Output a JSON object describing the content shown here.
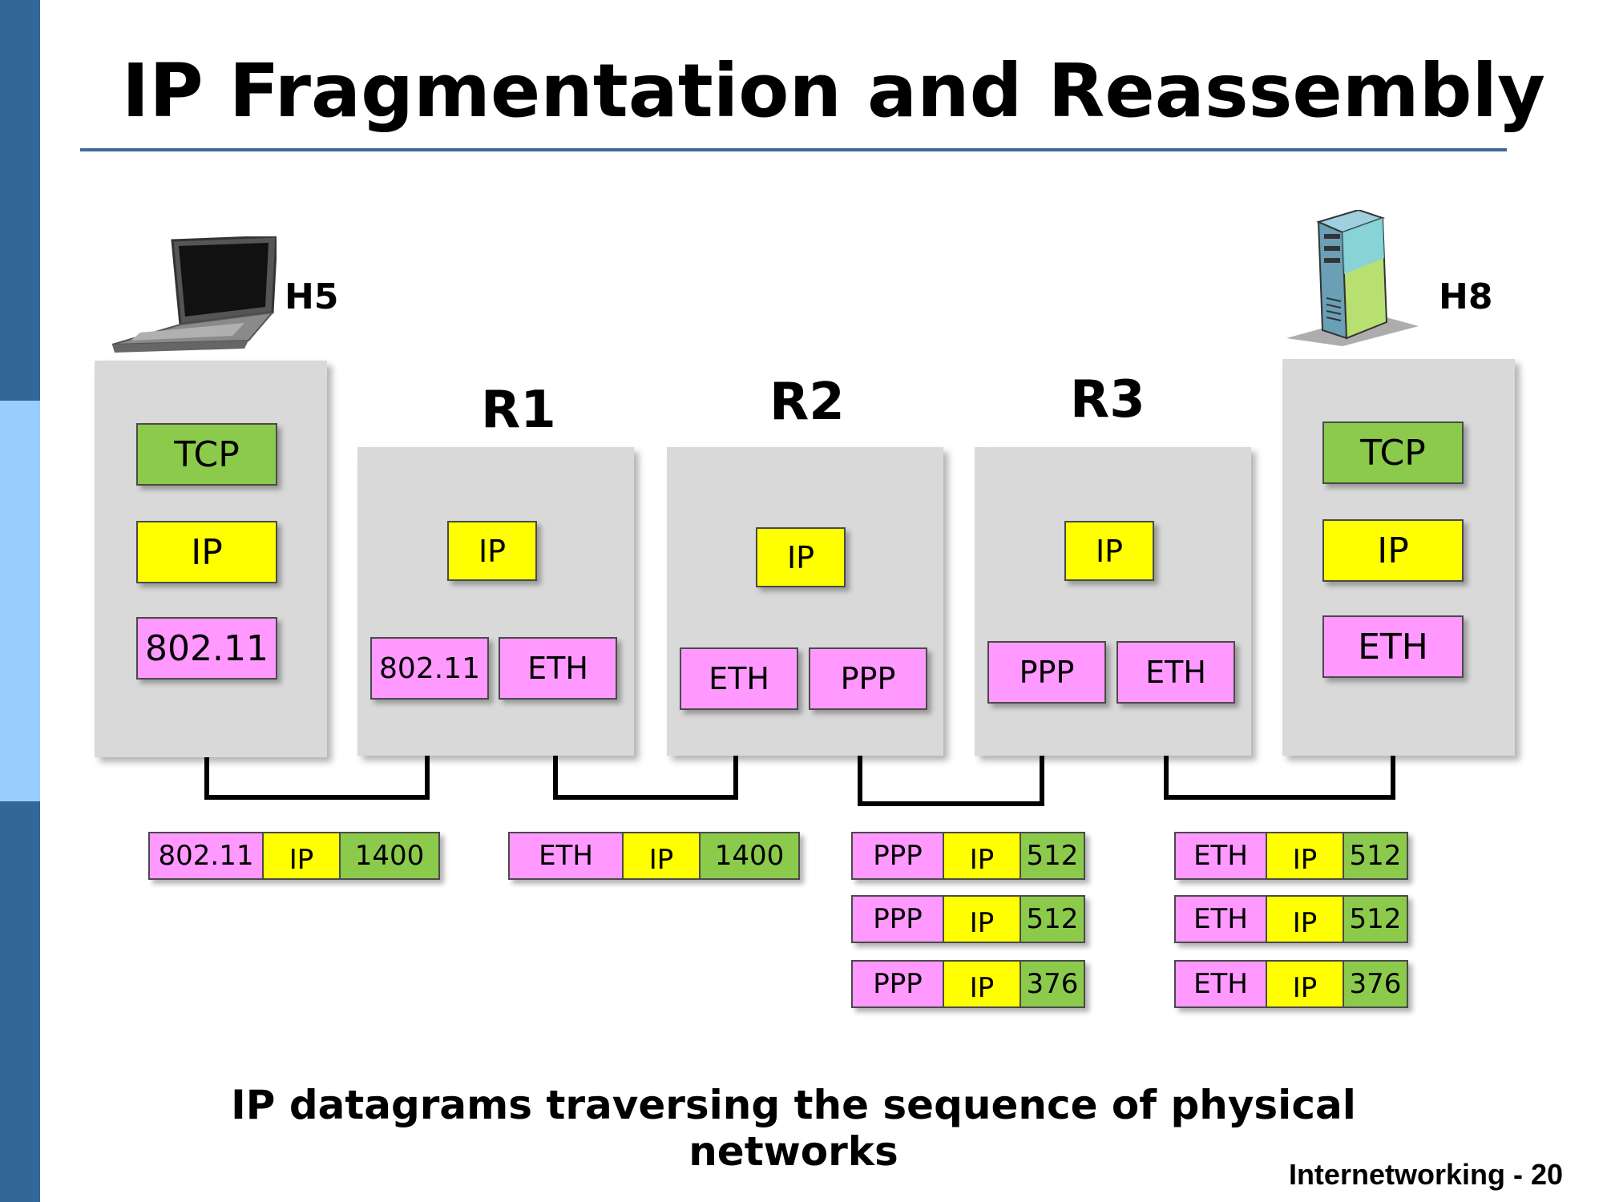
{
  "slide": {
    "title": "IP Fragmentation and Reassembly",
    "caption": "IP datagrams traversing the sequence of physical networks",
    "footer": "Internetworking - 20",
    "sidebar_colors": [
      "#336699",
      "#99ccff",
      "#336699"
    ]
  },
  "colors": {
    "tcp": "#8cca4c",
    "ip": "#ffff00",
    "link": "#ff99ff",
    "panel": "#d9d9d9",
    "rule": "#3a6a9a"
  },
  "hosts": {
    "h5": {
      "label": "H5",
      "icon": "laptop-icon",
      "layers": [
        "TCP",
        "IP",
        "802.11"
      ]
    },
    "h8": {
      "label": "H8",
      "icon": "server-icon",
      "layers": [
        "TCP",
        "IP",
        "ETH"
      ]
    }
  },
  "routers": {
    "r1": {
      "label": "R1",
      "ip": "IP",
      "left": "802.11",
      "right": "ETH"
    },
    "r2": {
      "label": "R2",
      "ip": "IP",
      "left": "ETH",
      "right": "PPP"
    },
    "r3": {
      "label": "R3",
      "ip": "IP",
      "left": "PPP",
      "right": "ETH"
    }
  },
  "frames": {
    "seg1": [
      {
        "link": "802.11",
        "ip": "IP",
        "size": "1400"
      }
    ],
    "seg2": [
      {
        "link": "ETH",
        "ip": "IP",
        "size": "1400"
      }
    ],
    "seg3": [
      {
        "link": "PPP",
        "ip": "IP",
        "size": "512"
      },
      {
        "link": "PPP",
        "ip": "IP",
        "size": "512"
      },
      {
        "link": "PPP",
        "ip": "IP",
        "size": "376"
      }
    ],
    "seg4": [
      {
        "link": "ETH",
        "ip": "IP",
        "size": "512"
      },
      {
        "link": "ETH",
        "ip": "IP",
        "size": "512"
      },
      {
        "link": "ETH",
        "ip": "IP",
        "size": "376"
      }
    ]
  }
}
